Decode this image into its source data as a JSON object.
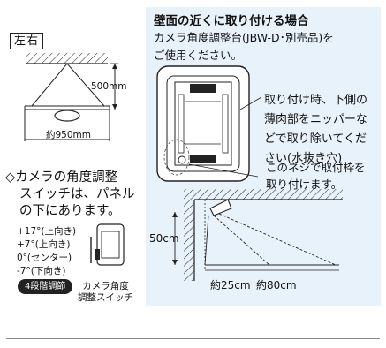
{
  "left": {
    "tag": "左右",
    "distance_vertical": "500mm",
    "distance_horizontal": "約950mm",
    "note_lines": [
      "◇カメラの角度調整",
      "スイッチは、パネル",
      "の下にあります。"
    ],
    "angles": [
      "+17°(上向き)",
      "+7°(上向き)",
      "0°(センター)",
      "-7°(下向き)"
    ],
    "badge": "4段階調節",
    "switch_caption": [
      "カメラ角度",
      "調整スイッチ"
    ]
  },
  "right": {
    "title": "壁面の近くに取り付ける場合",
    "intro": [
      "カメラ角度調整台(JBW-D･別売品)を",
      "ご使用ください。"
    ],
    "callout": [
      "取り付け時、下側の",
      "薄肉部をニッパーな",
      "どで取り除いてくだ",
      "さい(水抜き穴)"
    ],
    "screw_note": [
      "このネジで取付枠を",
      "取り付けます。"
    ],
    "height_label": "50cm",
    "dist_near": "約25cm",
    "dist_far": "約80cm"
  },
  "colors": {
    "panel_bg": "#e8f2fb",
    "ink": "#111111"
  }
}
